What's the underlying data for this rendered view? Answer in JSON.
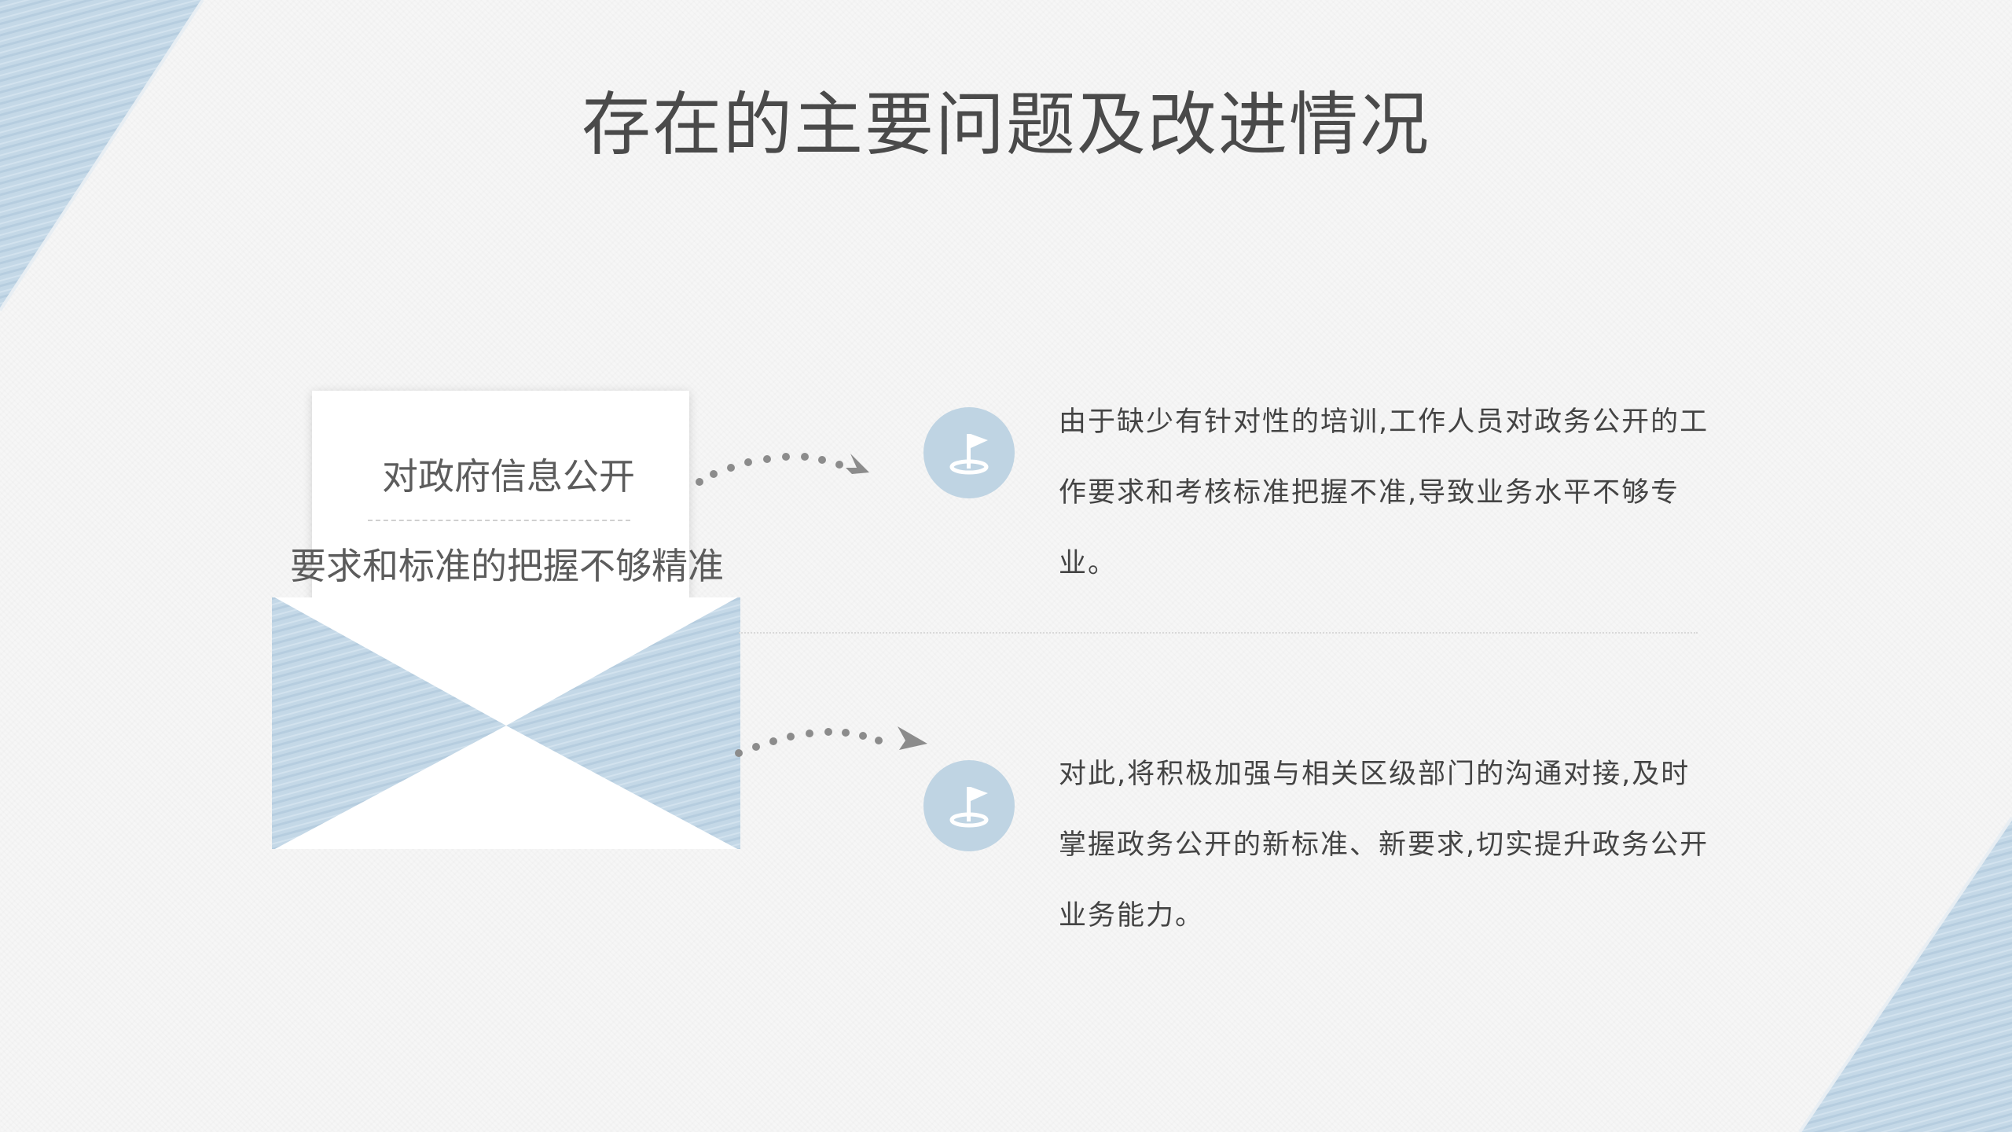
{
  "slide": {
    "title": "存在的主要问题及改进情况"
  },
  "card": {
    "line1": "对政府信息公开",
    "line2": "要求和标准的把握不够精准"
  },
  "items": [
    {
      "icon": "flag-icon",
      "text": "由于缺少有针对性的培训,工作人员对政务公开的工作要求和考核标准把握不准,导致业务水平不够专业。"
    },
    {
      "icon": "flag-icon",
      "text": "对此,将积极加强与相关区级部门的沟通对接,及时掌握政务公开的新标准、新要求,切实提升政务公开业务能力。"
    }
  ],
  "colors": {
    "accent_blue": "#bfd4e3",
    "text": "#444444",
    "arrow": "#8c8c8c"
  }
}
